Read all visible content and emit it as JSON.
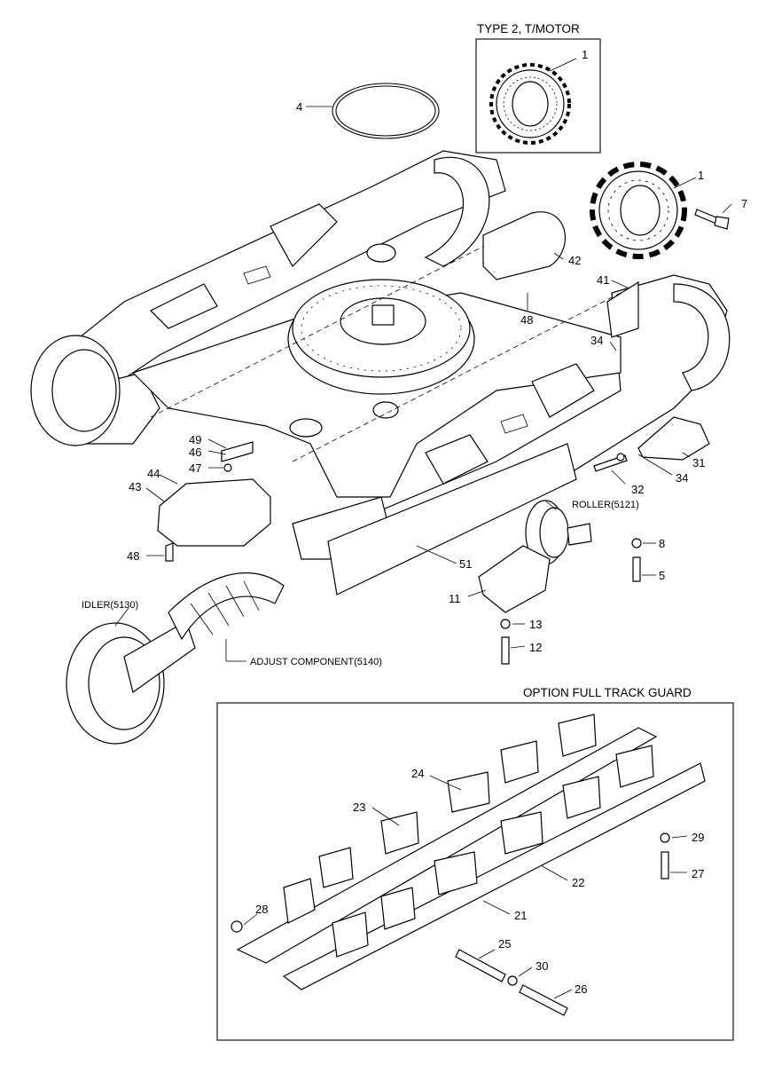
{
  "captions": {
    "type2": "TYPE 2, T/MOTOR",
    "option_guard": "OPTION FULL TRACK GUARD",
    "roller": "ROLLER(5121)",
    "idler": "IDLER(5130)",
    "adjust": "ADJUST COMPONENT(5140)"
  },
  "callouts": {
    "c1a": "1",
    "c1b": "1",
    "c4": "4",
    "c7": "7",
    "c42": "42",
    "c48a": "48",
    "c41": "41",
    "c34a": "34",
    "c49": "49",
    "c46": "46",
    "c47": "47",
    "c44": "44",
    "c43": "43",
    "c48b": "48",
    "c31": "31",
    "c32": "32",
    "c34b": "34",
    "c8": "8",
    "c5": "5",
    "c51": "51",
    "c11": "11",
    "c13": "13",
    "c12": "12",
    "c24": "24",
    "c23": "23",
    "c29": "29",
    "c27": "27",
    "c22": "22",
    "c28": "28",
    "c21": "21",
    "c25": "25",
    "c30": "30",
    "c26": "26"
  }
}
